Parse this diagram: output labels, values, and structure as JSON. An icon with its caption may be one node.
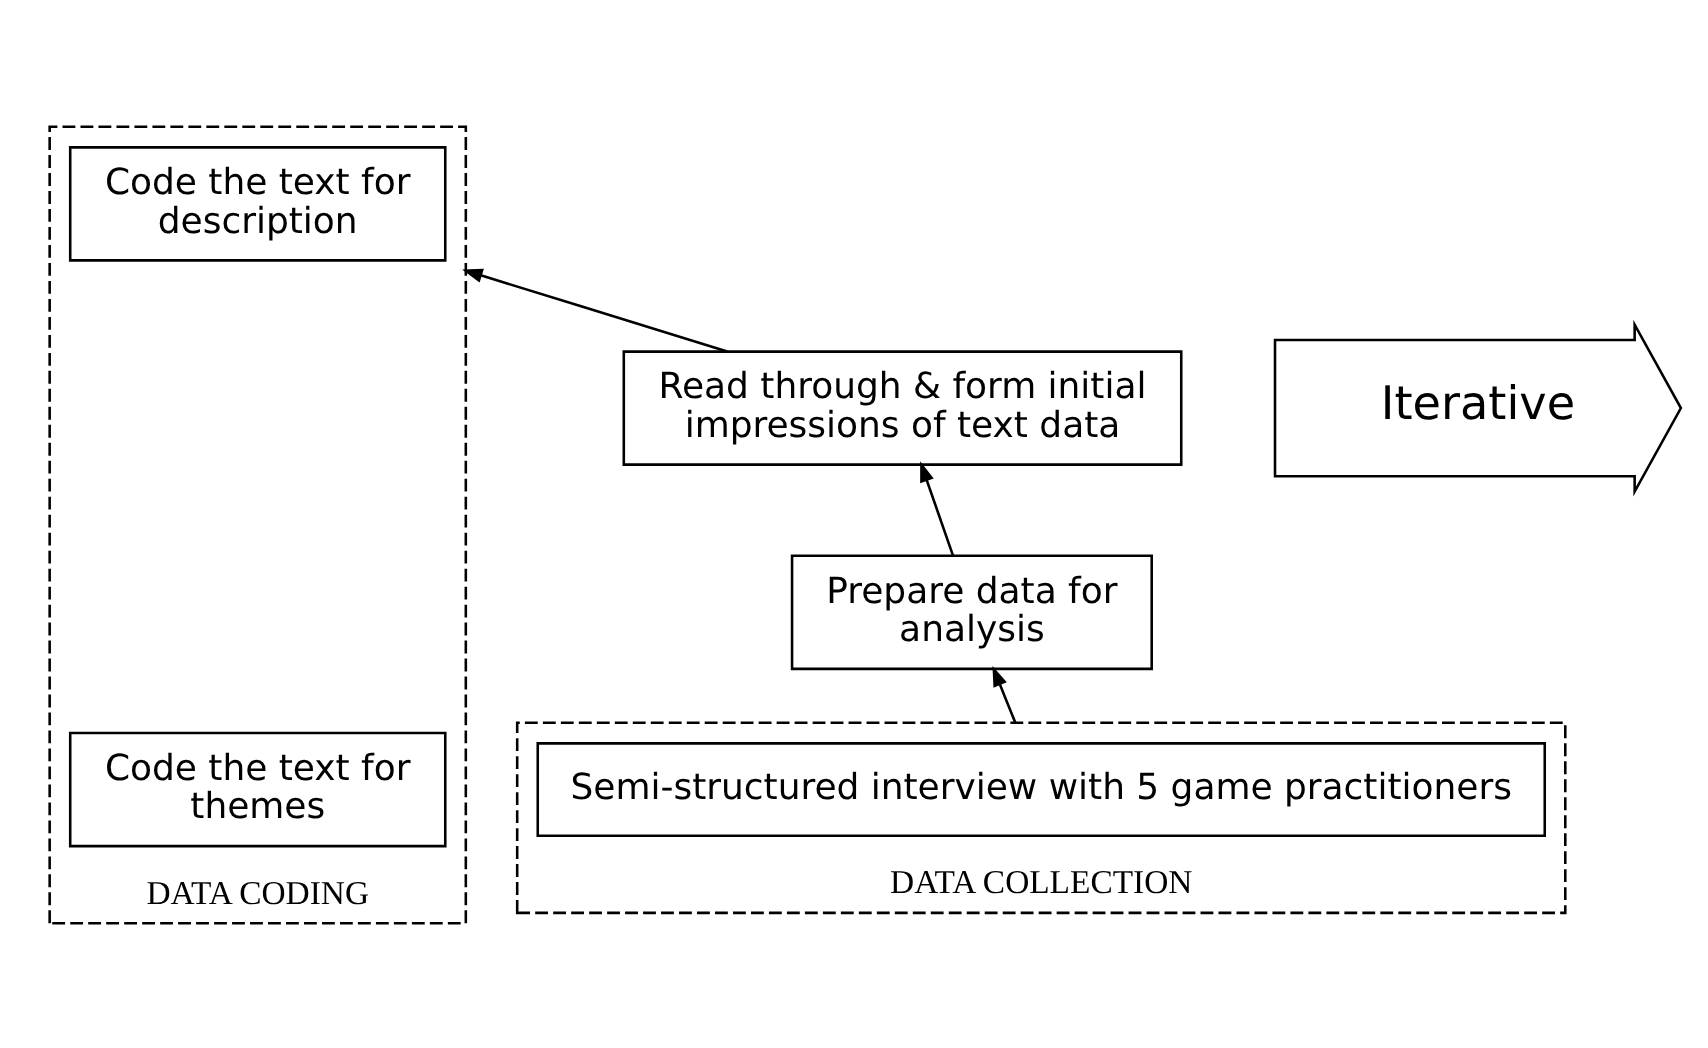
{
  "diagram": {
    "nodes": [
      {
        "text": [
          "DATA CODING"
        ]
      },
      {
        "text": [
          "Code the text for description"
        ],
        "in": 0
      },
      {
        "text": [
          "Code the text for themes"
        ],
        "in": 0
      },
      {
        "text": [
          "Read through & form initial impressions of text data"
        ]
      },
      {
        "text": [
          "Prepare data for analysis"
        ]
      },
      {
        "text": [
          "DATA COLLECTION"
        ]
      },
      {
        "text": [
          "Semi-structured interview with 5 game practitioners"
        ],
        "in": 5
      },
      {
        "text": [
          "Iterative"
        ]
      }
    ],
    "edges": [
      {
        "from": 5,
        "to": 4,
        "arrow": "to"
      },
      {
        "from": 4,
        "to": 3,
        "arrow": "to"
      },
      {
        "from": 3,
        "to": 0,
        "arrow": "to"
      }
    ]
  }
}
